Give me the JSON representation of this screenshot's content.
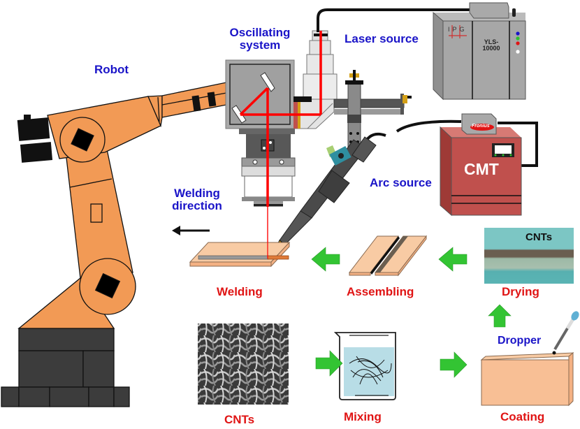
{
  "labels": {
    "robot": "Robot",
    "oscillating_system": [
      "Oscillating",
      "system"
    ],
    "laser_source": "Laser source",
    "arc_source": "Arc source",
    "welding_direction": [
      "Welding",
      "direction"
    ],
    "dropper": "Dropper"
  },
  "laser_unit": {
    "brand": [
      "I",
      "P",
      "G"
    ],
    "model": [
      "YLS-",
      "10000"
    ],
    "indicator_colors": [
      "#1a14c8",
      "#2fbf2f",
      "#e01414",
      "#ffffff"
    ]
  },
  "arc_unit": {
    "name": "CMT",
    "brand": "Fronius"
  },
  "process_steps": {
    "cnts": "CNTs",
    "mixing": "Mixing",
    "coating": "Coating",
    "drying": "Drying",
    "drying_layer_label": "CNTs",
    "assembling": "Assembling",
    "welding": "Welding"
  },
  "flow": [
    "CNTs",
    "Mixing",
    "Coating",
    "Drying",
    "Assembling",
    "Welding"
  ],
  "colors": {
    "label_blue": "#1a14c8",
    "step_red": "#e01414",
    "arrow_green": "#33c433",
    "robot_orange": "#f29a55",
    "robot_base": "#3c3c3c",
    "laser_beam": "#ff0000",
    "cmt_body": "#c0504d",
    "plate": "#f8cba4"
  }
}
